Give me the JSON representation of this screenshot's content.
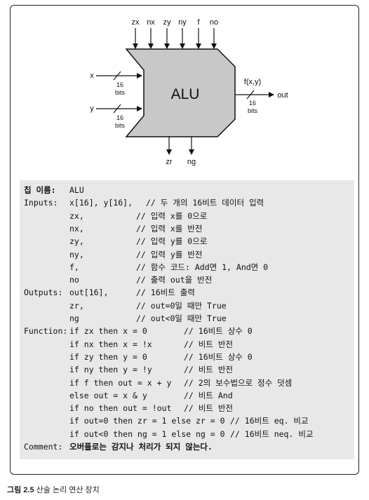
{
  "diagram": {
    "chip_label": "ALU",
    "top_inputs": [
      "zx",
      "nx",
      "zy",
      "ny",
      "f",
      "no"
    ],
    "left_inputs": [
      {
        "name": "x",
        "width": "16",
        "unit": "bits"
      },
      {
        "name": "y",
        "width": "16",
        "unit": "bits"
      }
    ],
    "output": {
      "expr": "f(x,y)",
      "name": "out",
      "width": "16",
      "unit": "bits"
    },
    "bottom_outputs": [
      "zr",
      "ng"
    ]
  },
  "spec": {
    "chip_name_label": "칩 이름:",
    "chip_name": "ALU",
    "inputs_label": "Inputs:",
    "outputs_label": "Outputs:",
    "function_label": "Function:",
    "comment_label": "Comment:",
    "inputs": [
      {
        "decl": "x[16], y[16],",
        "comment": "// 두 개의 16비트 데이터 입력"
      },
      {
        "decl": "zx,",
        "comment": "// 입력 x를 0으로"
      },
      {
        "decl": "nx,",
        "comment": "// 입력 x를 반전"
      },
      {
        "decl": "zy,",
        "comment": "// 입력 y를 0으로"
      },
      {
        "decl": "ny,",
        "comment": "// 입력 y를 반전"
      },
      {
        "decl": "f,",
        "comment": "// 함수 코드: Add면 1, And면 0"
      },
      {
        "decl": "no",
        "comment": "// 출력 out을 반전"
      }
    ],
    "outputs": [
      {
        "decl": "out[16],",
        "comment": "// 16비트 출력"
      },
      {
        "decl": "zr,",
        "comment": "// out=0일 때만 True"
      },
      {
        "decl": "ng",
        "comment": "// out<0일 때만 True"
      }
    ],
    "functions": [
      {
        "code": "if zx then x = 0",
        "comment": "// 16비트 상수 0"
      },
      {
        "code": "if nx then x = !x",
        "comment": "// 비트 반전"
      },
      {
        "code": "if zy then y = 0",
        "comment": "// 16비트 상수 0"
      },
      {
        "code": "if ny then y = !y",
        "comment": "// 비트 반전"
      },
      {
        "code": "if f then out = x + y",
        "comment": "// 2의 보수법으로 정수 덧셈"
      },
      {
        "code": "else out = x & y",
        "comment": "// 비트 And"
      },
      {
        "code": "if no then out = !out",
        "comment": "// 비트 반전"
      },
      {
        "code": "if out=0 then zr = 1 else zr = 0",
        "comment": "// 16비트 eq. 비교"
      },
      {
        "code": "if out<0 then ng = 1 else ng = 0",
        "comment": "// 16비트 neq. 비교"
      }
    ],
    "comment": "오버플로는 감지나 처리가 되지 않는다."
  },
  "caption": {
    "number": "그림 2.5",
    "text": "산술 논리 연산 장치"
  }
}
